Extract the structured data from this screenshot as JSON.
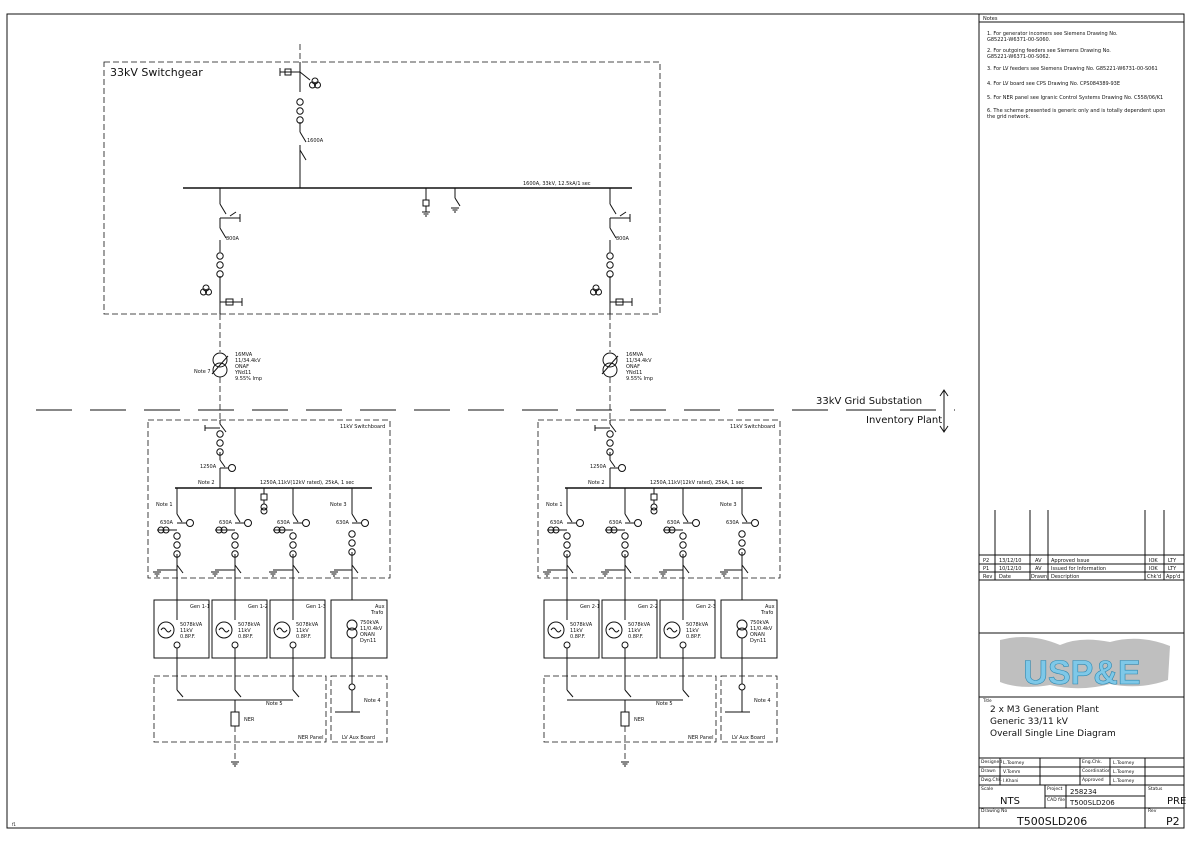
{
  "labels": {
    "switchgear_33kv": "33kV Switchgear",
    "incomer_rating": "1600A",
    "busbar_33kv": "1600A, 33kV, 12.5kA/1 sec",
    "feeder_rating_1": "800A",
    "feeder_rating_2": "800A",
    "tx1": [
      "16MVA",
      "11/34.4kV",
      "ONAF",
      "YNd11",
      "9.55% Imp"
    ],
    "tx2": [
      "16MVA",
      "11/34.4kV",
      "ONAF",
      "YNd11",
      "9.55% Imp"
    ],
    "tx_note": "Note 7",
    "grid_substation": "33kV Grid Substation",
    "inventory_plant": "Inventory Plant"
  },
  "switchboard_a": {
    "title": "11kV Switchboard",
    "incomer_rating": "1250A",
    "note2": "Note 2",
    "busbar": "1250A,11kV(12kV rated), 25kA, 1 sec",
    "note1": "Note 1",
    "note3": "Note 3",
    "feeder_rating": "630A",
    "gens": [
      {
        "name": "Gen 1-1",
        "rating": [
          "5078kVA",
          "11kV",
          "0.8P.F."
        ]
      },
      {
        "name": "Gen 1-2",
        "rating": [
          "5078kVA",
          "11kV",
          "0.8P.F."
        ]
      },
      {
        "name": "Gen 1-3",
        "rating": [
          "5078kVA",
          "11kV",
          "0.8P.F."
        ]
      }
    ],
    "aux": {
      "name": [
        "Aux",
        "Trafo"
      ],
      "rating": [
        "750kVA",
        "11/0.4kV",
        "ONAN",
        "Dyn11"
      ]
    },
    "ner_panel": "NER Panel",
    "ner": "NER",
    "note5": "Note 5",
    "lv_aux": "LV Aux Board",
    "note4": "Note 4"
  },
  "switchboard_b": {
    "title": "11kV Switchboard",
    "incomer_rating": "1250A",
    "note2": "Note 2",
    "busbar": "1250A,11kV(12kV rated), 25kA, 1 sec",
    "note1": "Note 1",
    "note3": "Note 3",
    "feeder_rating": "630A",
    "gens": [
      {
        "name": "Gen 2-1",
        "rating": [
          "5078kVA",
          "11kV",
          "0.8P.F."
        ]
      },
      {
        "name": "Gen 2-2",
        "rating": [
          "5078kVA",
          "11kV",
          "0.8P.F."
        ]
      },
      {
        "name": "Gen 2-3",
        "rating": [
          "5078kVA",
          "11kV",
          "0.8P.F."
        ]
      }
    ],
    "aux": {
      "name": [
        "Aux",
        "Trafo"
      ],
      "rating": [
        "750kVA",
        "11/0.4kV",
        "ONAN",
        "Dyn11"
      ]
    },
    "ner_panel": "NER Panel",
    "ner": "NER",
    "note5": "Note 5",
    "lv_aux": "LV Aux Board",
    "note4": "Note 4"
  },
  "notes": {
    "heading": "Notes",
    "items": [
      "1.  For generator incomers see Siemens Drawing No.",
      "     G85221-W6371-00-S060.",
      "2.  For outgoing feeders see Siemens Drawing No.",
      "     G85221-W6371-00-S062.",
      "3.  For LV feeders see Siemens Drawing No. G85221-W6731-00-S061",
      "4.  For LV board see CPS Drawing No. CPS084389-93E",
      "5.  For NER panel see Igranic Control Systems Drawing No. C558/06/K1",
      "6.  The scheme presented is generic only and is totally dependent upon",
      "     the grid network."
    ]
  },
  "revisions": {
    "rows": [
      [
        "P2",
        "13/12/10",
        "AV",
        "Approved Issue",
        "IOK",
        "LTY"
      ],
      [
        "P1",
        "10/12/10",
        "AV",
        "Issued for Information",
        "IOK",
        "LTY"
      ]
    ],
    "header": [
      "Rev",
      "Date",
      "Drawn",
      "Description",
      "Chk'd",
      "App'd"
    ]
  },
  "logo_text": "USP&E",
  "title_block": {
    "title_label": "Title",
    "title_lines": [
      "2 x M3 Generation Plant",
      "Generic 33/11 kV",
      "Overall Single Line Diagram"
    ],
    "designed_label": "Designed",
    "designed": "L.Toomey",
    "drawn_label": "Drawn",
    "drawn": "V.Tomm",
    "dwg_chk_label": "Dwg.Chk.",
    "dwg_chk": "I.Khani",
    "eng_chk_label": "Eng.Chk.",
    "eng_chk": "L.Toomey",
    "coordination_label": "Coordination",
    "coordination": "L.Toomey",
    "approved_label": "Approved",
    "approved": "L.Toomey",
    "scale_label": "Scale",
    "scale": "NTS",
    "project_label": "Project",
    "project": "258234",
    "cad_label": "CAD file",
    "cad": "T500SLD206",
    "status_label": "Status",
    "status": "PRE",
    "drawing_label": "Drawing No",
    "drawing": "T500SLD206",
    "rev_label": "Rev",
    "rev": "P2"
  },
  "corner_mark": "f1"
}
